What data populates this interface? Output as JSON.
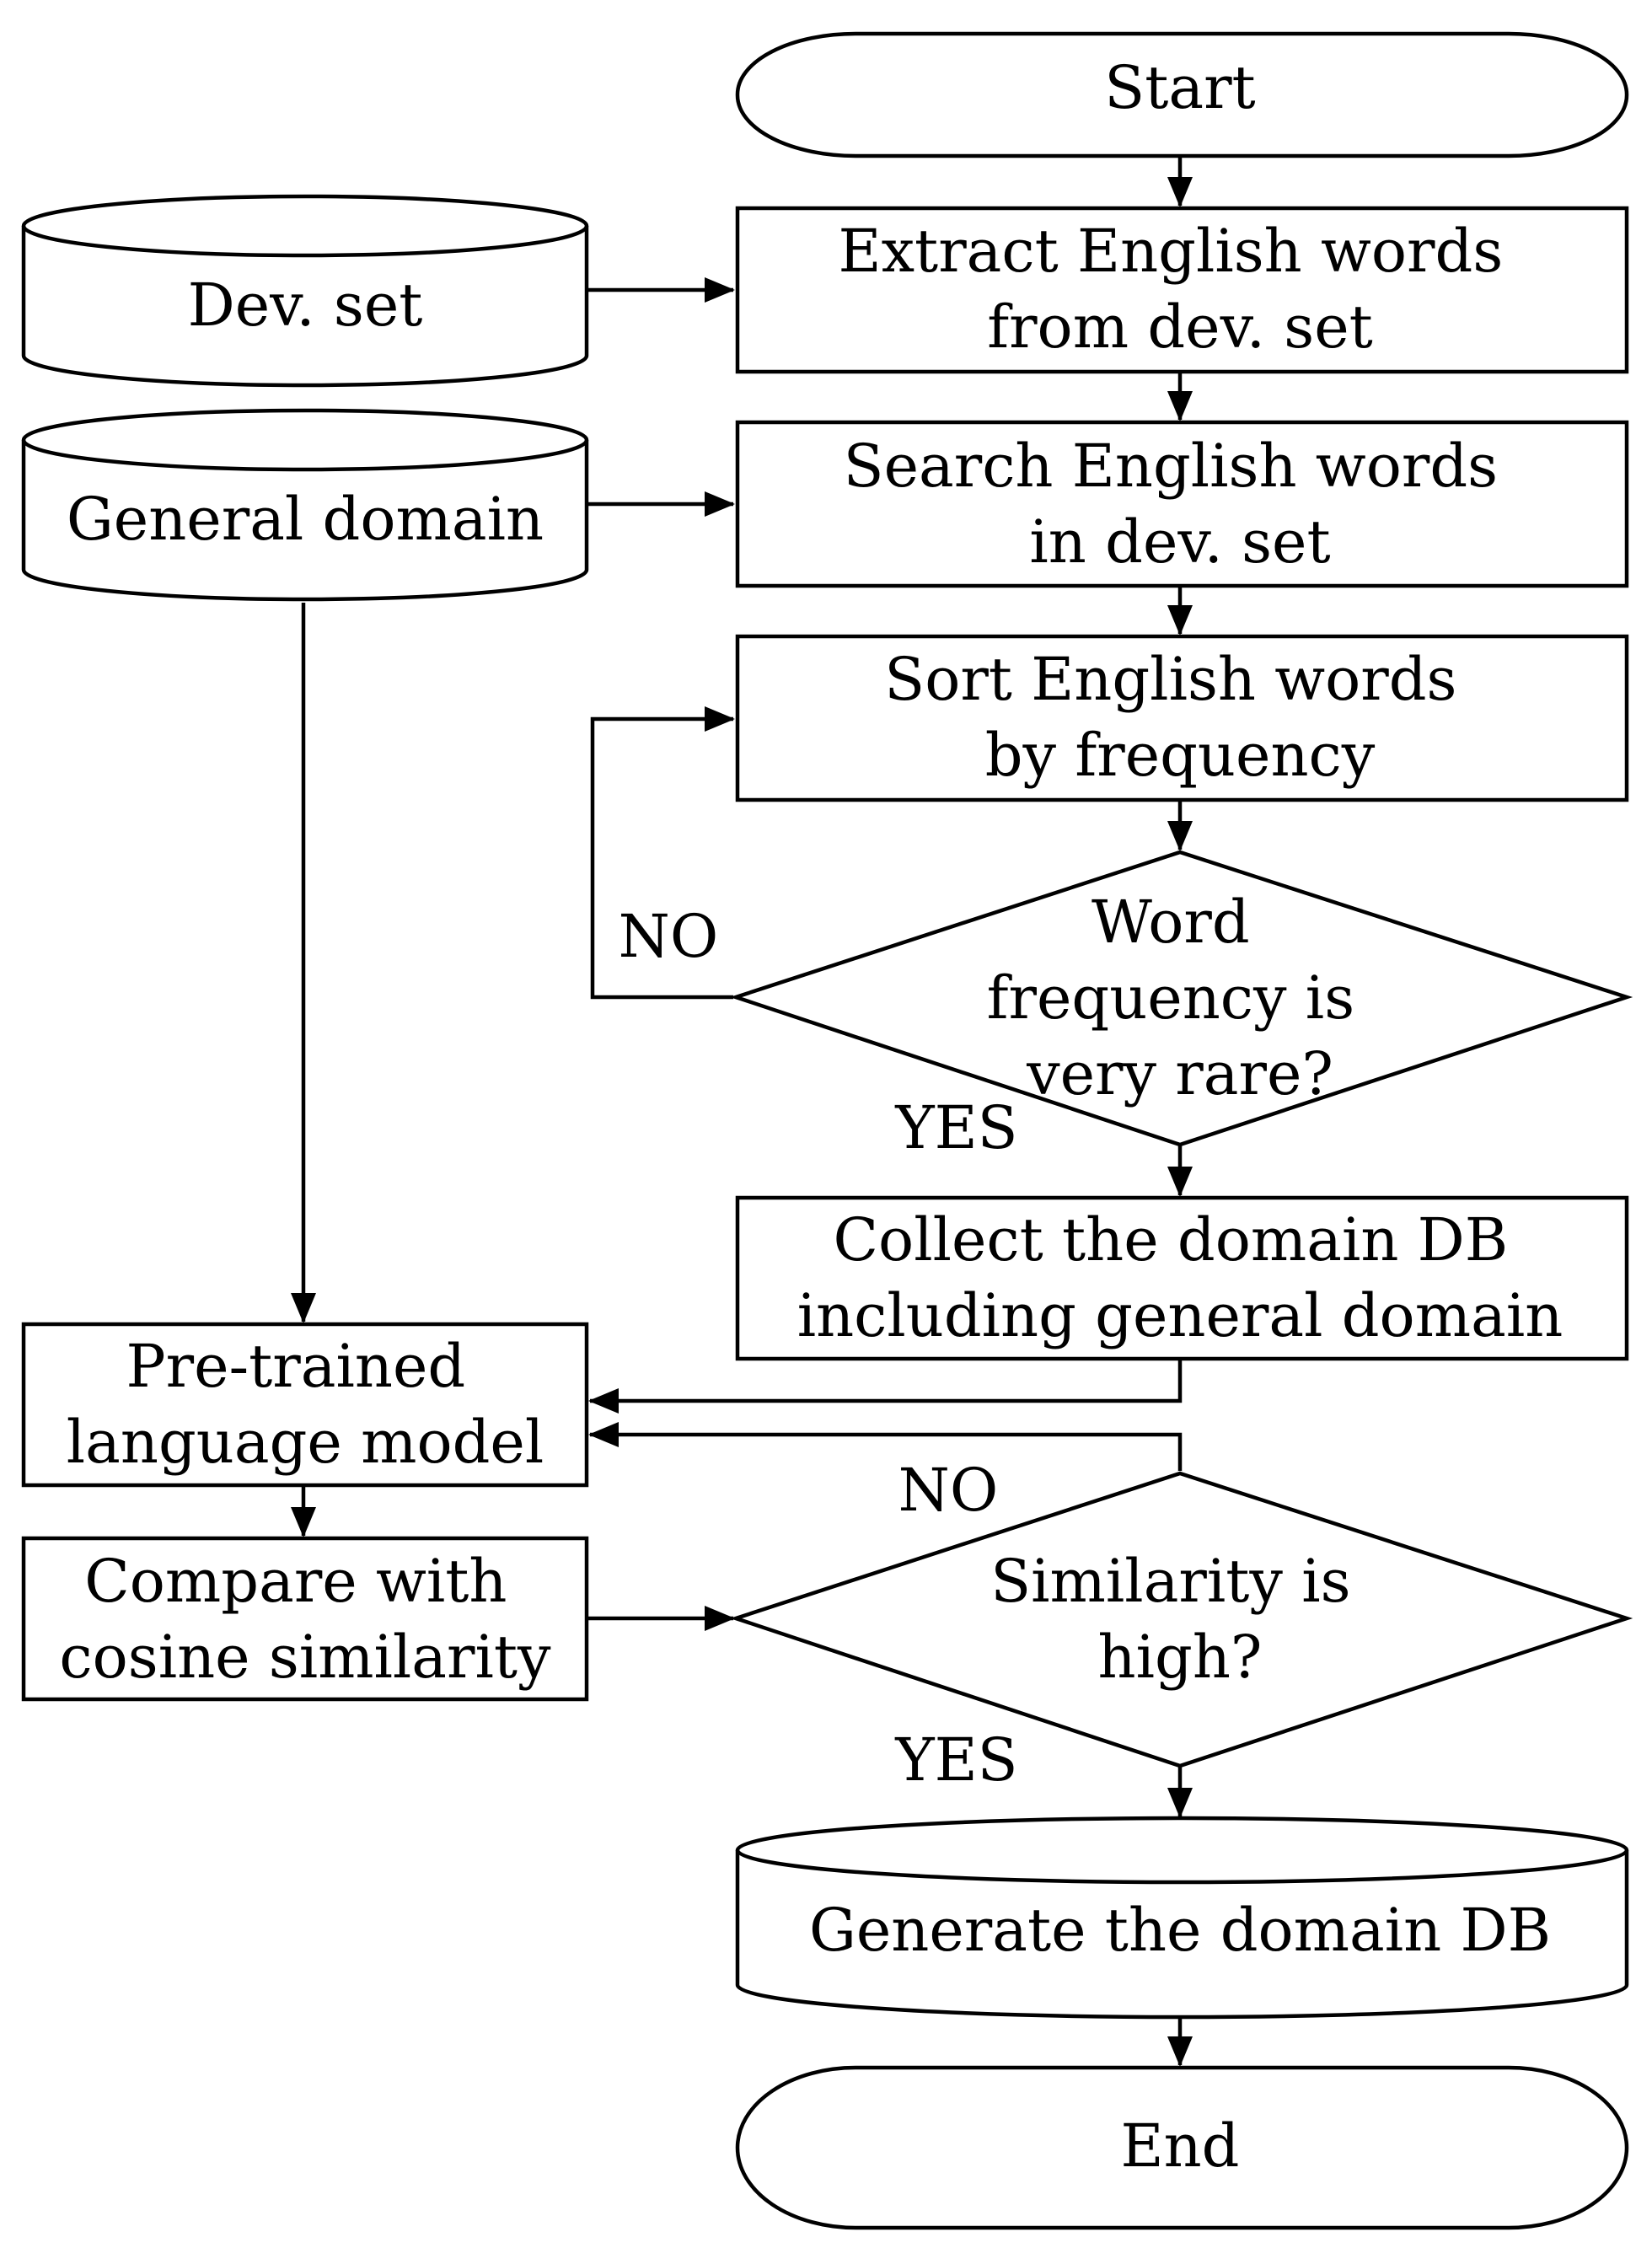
{
  "nodes": {
    "start": "Start",
    "dev_set": "Dev. set",
    "general_domain": "General domain",
    "extract": [
      "Extract English words",
      "from dev. set"
    ],
    "search": [
      "Search English words",
      "in dev. set"
    ],
    "sort": [
      "Sort English words",
      "by frequency"
    ],
    "rare_decision": [
      "Word",
      "frequency is",
      "very rare?"
    ],
    "collect": [
      "Collect the domain DB",
      "including general domain"
    ],
    "pretrained": [
      "Pre-trained",
      "language model"
    ],
    "compare": [
      "Compare with",
      "cosine similarity"
    ],
    "similarity_decision": [
      "Similarity is",
      "high?"
    ],
    "generate": "Generate the domain DB",
    "end": "End"
  },
  "edge_labels": {
    "rare_no": "NO",
    "rare_yes": "YES",
    "similarity_no": "NO",
    "similarity_yes": "YES"
  }
}
